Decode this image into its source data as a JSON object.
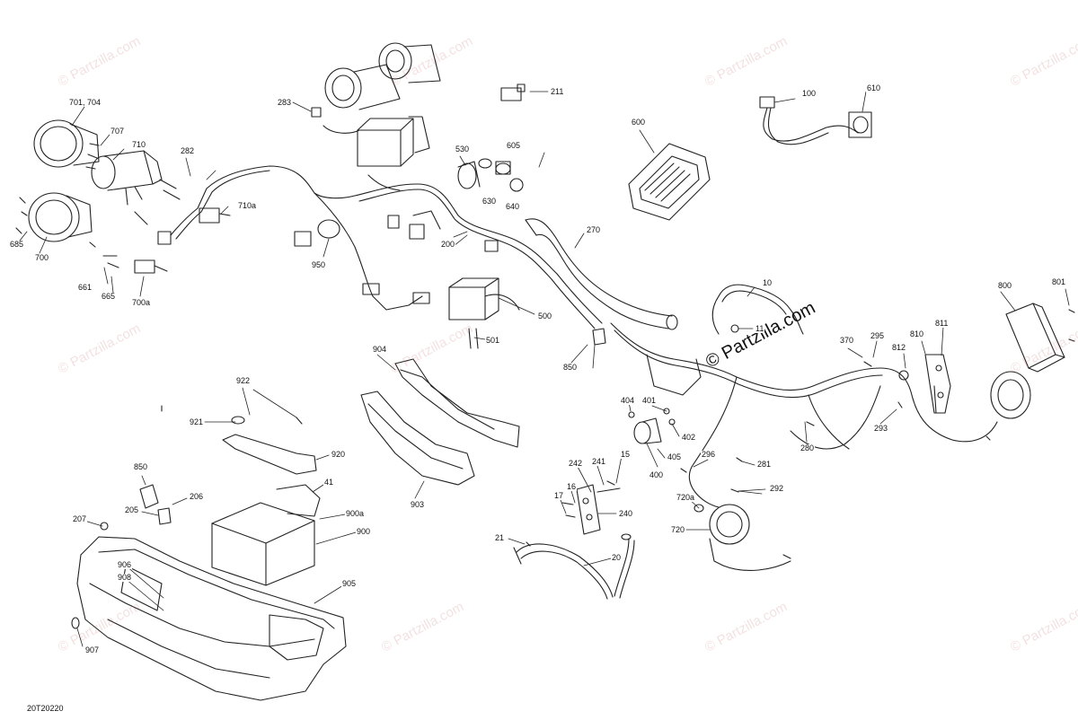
{
  "diagram_ref": "20T20220",
  "watermark": {
    "text": "© Partzilla.com",
    "main_text": "© Partzilla.com"
  },
  "callouts": {
    "c100": "100",
    "c610": "610",
    "c211": "211",
    "c283": "283",
    "c701": "701, 704",
    "c707": "707",
    "c710": "710",
    "c282": "282",
    "c600": "600",
    "c530": "530",
    "c605": "605",
    "c630": "630",
    "c640": "640",
    "c685": "685",
    "c700": "700",
    "c710a": "710a",
    "c950": "950",
    "c661": "661",
    "c665": "665",
    "c700a": "700a",
    "c200": "200",
    "c270": "270",
    "c500": "500",
    "c501": "501",
    "c850a": "850",
    "c10": "10",
    "c11": "11",
    "c800": "800",
    "c801": "801",
    "c370": "370",
    "c295": "295",
    "c810": "810",
    "c811": "811",
    "c812": "812",
    "c904": "904",
    "c922": "922",
    "c921": "921",
    "c920": "920",
    "c404": "404",
    "c401": "401",
    "c402": "402",
    "c405": "405",
    "c400": "400",
    "c280": "280",
    "c293": "293",
    "c296": "296",
    "c281": "281",
    "c903": "903",
    "c850b": "850",
    "c206": "206",
    "c205": "205",
    "c41": "41",
    "c900a": "900a",
    "c900": "900",
    "c207": "207",
    "c242": "242",
    "c241": "241",
    "c15": "15",
    "c16": "16",
    "c17": "17",
    "c240": "240",
    "c720a": "720a",
    "c720": "720",
    "c292": "292",
    "c21": "21",
    "c20": "20",
    "c906": "906",
    "c908": "908",
    "c905": "905",
    "c907": "907"
  }
}
